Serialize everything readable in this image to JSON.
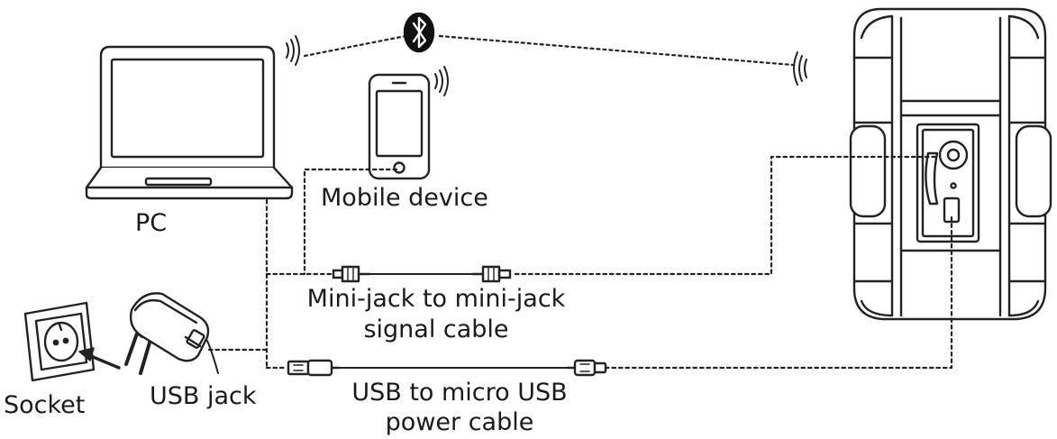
{
  "labels": {
    "pc": "PC",
    "mobile": "Mobile device",
    "socket": "Socket",
    "usb_jack": "USB jack",
    "minijack_cable_line1": "Mini-jack to mini-jack",
    "minijack_cable_line2": "signal cable",
    "usb_cable_line1": "USB to micro USB",
    "usb_cable_line2": "power cable"
  },
  "colors": {
    "stroke": "#222222",
    "fill": "#ffffff",
    "bluetooth_badge": "#111111"
  },
  "icons": {
    "bluetooth": "bluetooth-icon",
    "wifi_signal": "signal-waves-icon"
  }
}
